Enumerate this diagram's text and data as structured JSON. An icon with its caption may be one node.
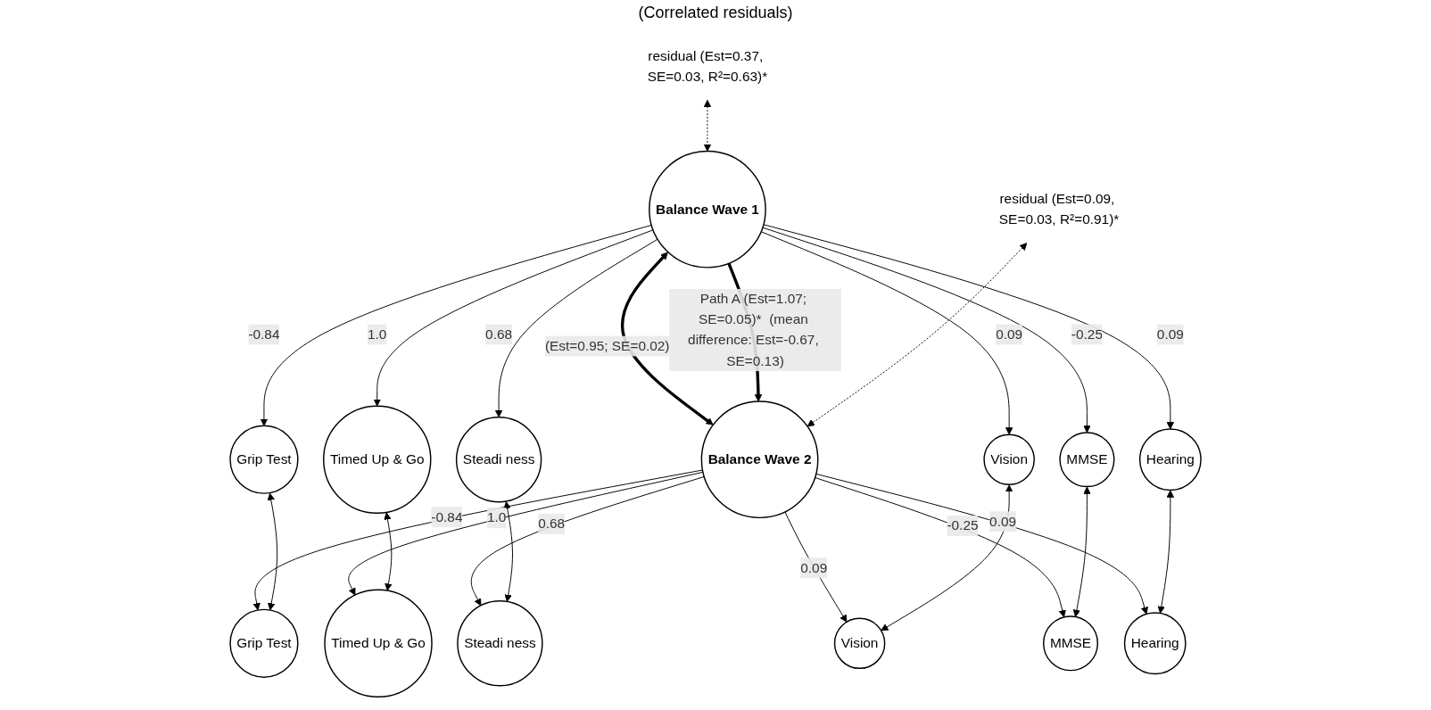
{
  "diagram": {
    "nodes": [
      {
        "text": [
          "Grip Test"
        ]
      },
      {
        "text": [
          "Timed Up & Go"
        ]
      },
      {
        "text": [
          "Steadi ness"
        ]
      },
      {
        "text": [
          "Vision"
        ]
      },
      {
        "text": [
          "MMSE"
        ]
      },
      {
        "text": [
          "Balance Wave 1"
        ]
      },
      {
        "text": [
          "Hearing"
        ]
      },
      {
        "text": [
          "MMSE"
        ]
      },
      {
        "text": [
          "Grip Test"
        ]
      },
      {
        "text": [
          "Timed Up & Go"
        ]
      },
      {
        "text": [
          "Steadi ness"
        ]
      },
      {
        "text": [
          "Vision"
        ]
      },
      {
        "text": [
          "Balance Wave 2"
        ]
      },
      {
        "text": [
          "Hearing"
        ]
      },
      {
        "text": [
          "residual (Est=0.37, SE=0.03, R²=0.63)*"
        ]
      },
      {
        "text": [
          "residual (Est=0.09, SE=0.03, R²=0.91)*"
        ]
      }
    ],
    "edges": [
      {
        "from": 5,
        "to": 0,
        "arrow": "to",
        "label": "-0.84"
      },
      {
        "from": 5,
        "to": 1,
        "arrow": "to",
        "label": "1.0"
      },
      {
        "from": 5,
        "to": 2,
        "arrow": "to",
        "label": "0.68"
      },
      {
        "from": 5,
        "to": 3,
        "arrow": "to",
        "label": "0.09"
      },
      {
        "from": 5,
        "to": 4,
        "arrow": "to",
        "label": "-0.25"
      },
      {
        "from": 5,
        "to": 6,
        "arrow": "to",
        "label": "0.09"
      },
      {
        "from": 12,
        "to": 8,
        "arrow": "to",
        "label": "-0.84"
      },
      {
        "from": 12,
        "to": 9,
        "arrow": "to",
        "label": "1.0"
      },
      {
        "from": 12,
        "to": 10,
        "arrow": "to",
        "label": "0.68"
      },
      {
        "from": 12,
        "to": 11,
        "arrow": "to",
        "label": "0.09"
      },
      {
        "from": 12,
        "to": 7,
        "arrow": "to",
        "label": "-0.25"
      },
      {
        "from": 12,
        "to": 13,
        "arrow": "to",
        "label": "0.09"
      },
      {
        "from": 4,
        "to": 7,
        "arrow": "both"
      },
      {
        "from": 0,
        "to": 8,
        "arrow": "both"
      },
      {
        "from": 1,
        "to": 9,
        "arrow": "both"
      },
      {
        "from": 2,
        "to": 10,
        "arrow": "both"
      },
      {
        "from": 3,
        "to": 11,
        "arrow": "both"
      },
      {
        "from": 6,
        "to": 13,
        "arrow": "both"
      },
      {
        "from": 5,
        "to": 12,
        "arrow": "both",
        "style": "thick",
        "label": "(Est=0.95; SE=0.02)"
      },
      {
        "from": 5,
        "to": 12,
        "arrow": "to",
        "style": "thick",
        "label": "Path A (Est=1.07; SE=0.05)*  (mean difference: Est=-0.67, SE=0.13)"
      },
      {
        "from": 14,
        "to": 5,
        "arrow": "both",
        "style": "dashed"
      },
      {
        "from": 15,
        "to": 12,
        "arrow": "both",
        "style": "dashed"
      }
    ],
    "labels": [
      "(Correlated residuals)"
    ]
  }
}
